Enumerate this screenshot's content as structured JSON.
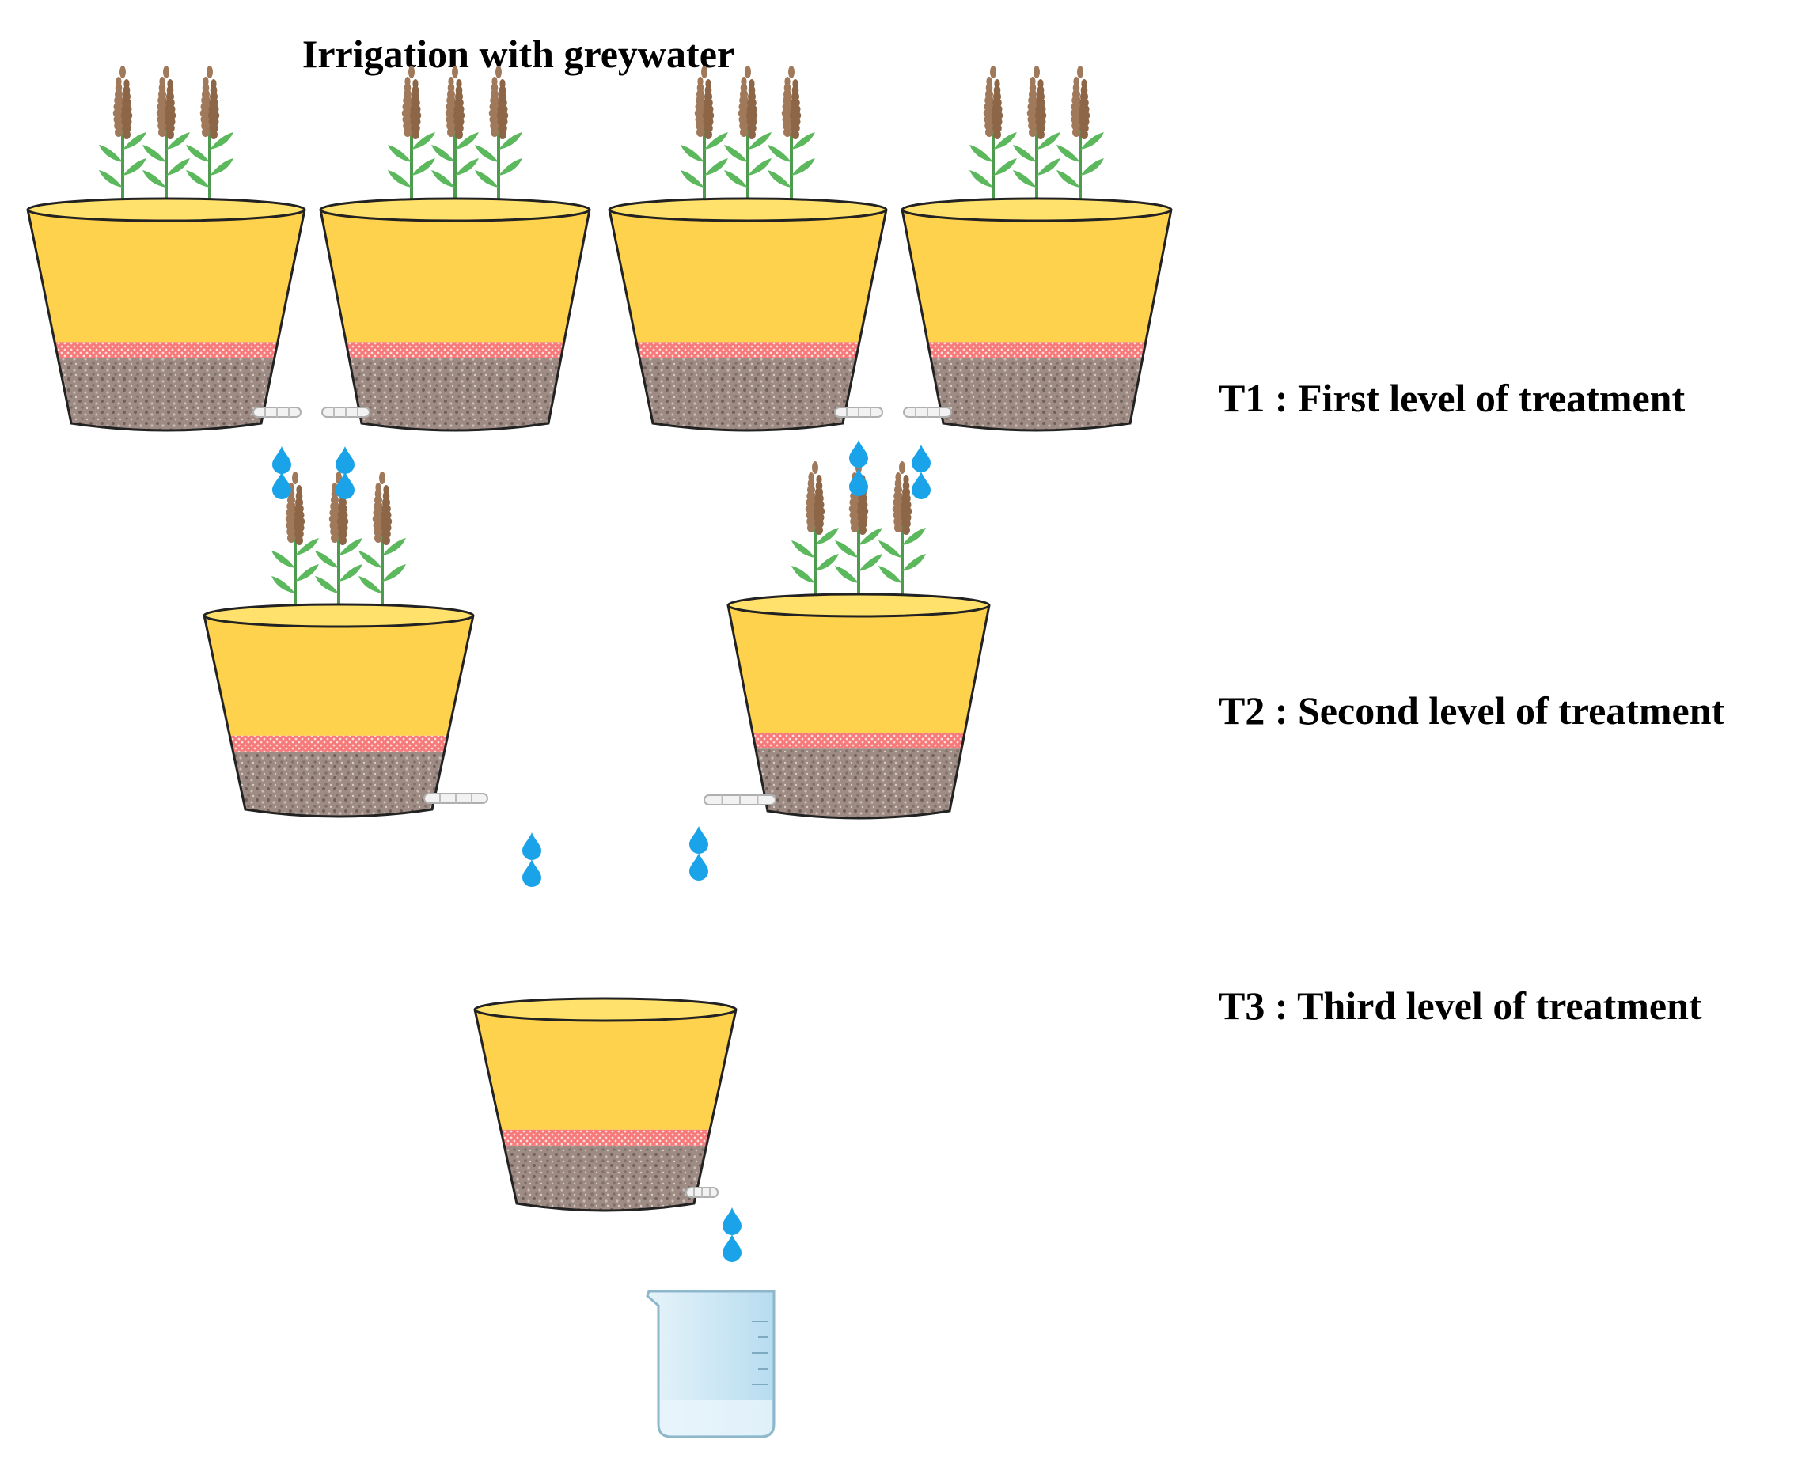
{
  "title": "Irrigation with greywater",
  "levels": [
    {
      "label": "T1 : First level of treatment"
    },
    {
      "label": "T2 : Second level of treatment"
    },
    {
      "label": "T3 : Third level of treatment"
    }
  ],
  "colors": {
    "pot": "#FFD24D",
    "pot_rim": "#FFE16B",
    "filter_band": "#F77A7A",
    "gravel": "#9E8C84",
    "drop": "#1AA3E8",
    "beaker": "#CFE8F5",
    "plant_head": "#A0785A",
    "plant_leaf": "#5CB85C"
  }
}
